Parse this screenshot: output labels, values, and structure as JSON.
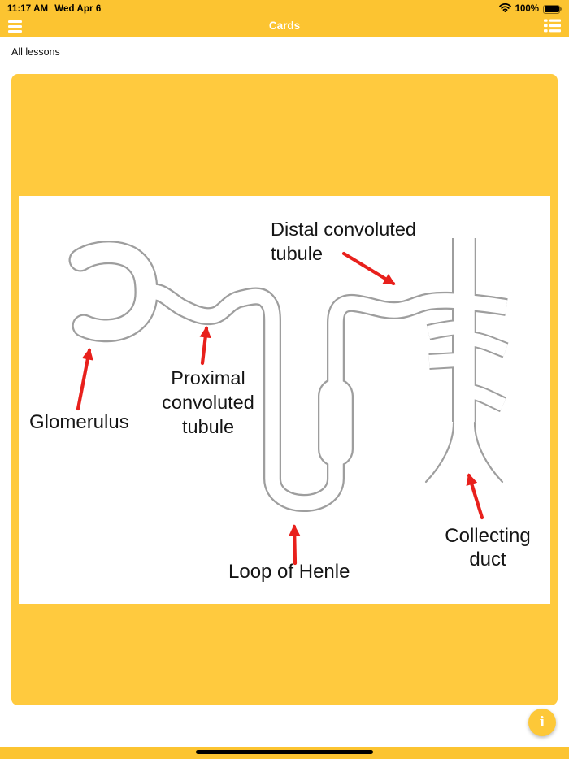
{
  "status_bar": {
    "time": "11:17 AM",
    "date": "Wed Apr 6",
    "battery_percent": "100%"
  },
  "nav_bar": {
    "title": "Cards"
  },
  "lessons_bar": {
    "label": "All lessons"
  },
  "flashcard": {
    "diagram_labels": {
      "glomerulus": "Glomerulus",
      "proximal": "Proximal convoluted tubule",
      "distal": "Distal convoluted tubule",
      "loop": "Loop of Henle",
      "collecting": "Collecting duct"
    }
  },
  "info_button": {
    "label": "i"
  },
  "colors": {
    "bar_yellow": "#fcc431",
    "card_yellow": "#ffca3e",
    "arrow_red": "#e8201c",
    "diagram_line": "#9e9e9e"
  }
}
